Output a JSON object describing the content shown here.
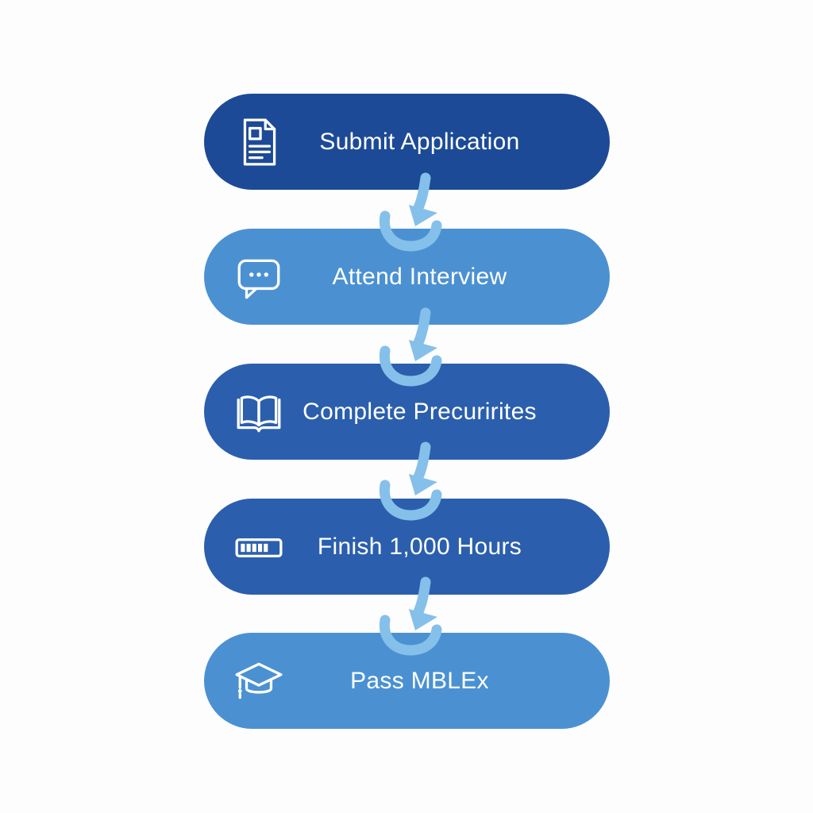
{
  "diagram": {
    "background": "#fdfdfe",
    "arrow_color": "#85c0ea",
    "text_color": "#ffffff",
    "icon_color": "#ffffff",
    "steps": [
      {
        "label": "Submit Application",
        "icon": "document-icon",
        "color": "#1d4a96"
      },
      {
        "label": "Attend Interview",
        "icon": "chat-bubble-icon",
        "color": "#4b91d2"
      },
      {
        "label": "Complete Precurirites",
        "icon": "open-book-icon",
        "color": "#2b5fad"
      },
      {
        "label": "Finish 1,000 Hours",
        "icon": "progress-bar-icon",
        "color": "#2b5fad"
      },
      {
        "label": "Pass MBLEx",
        "icon": "graduation-cap-icon",
        "color": "#4b91d2"
      }
    ]
  }
}
